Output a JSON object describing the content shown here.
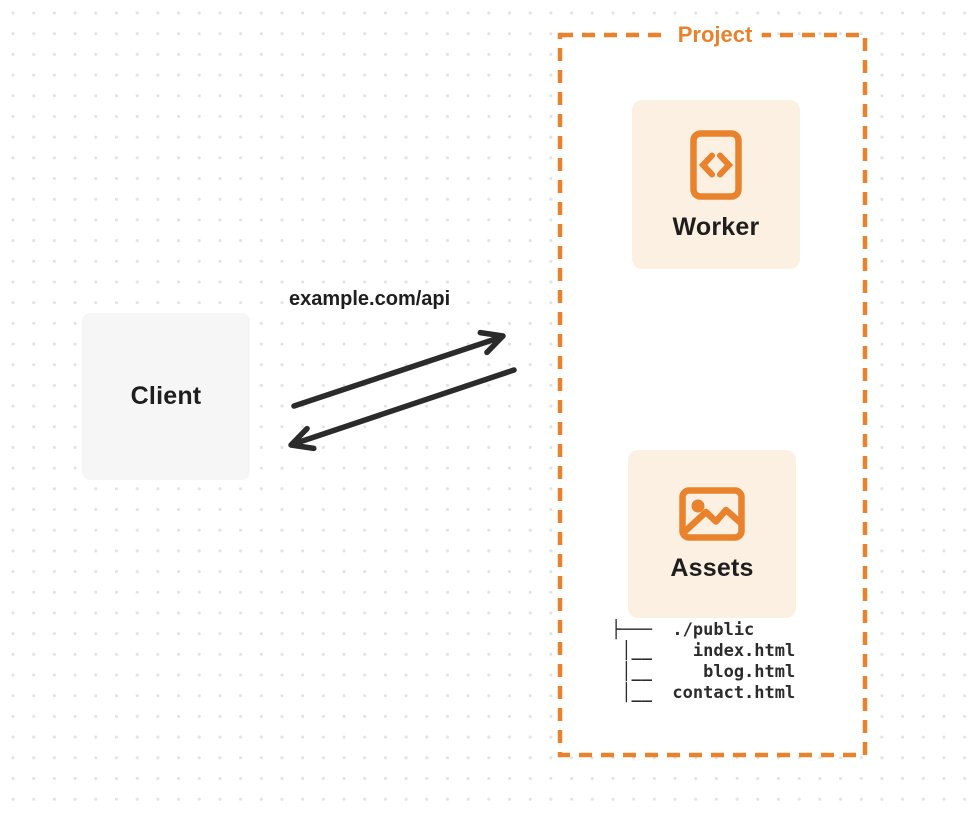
{
  "diagram": {
    "client": {
      "label": "Client"
    },
    "request": {
      "url_label": "example.com/api"
    },
    "project": {
      "label": "Project",
      "worker": {
        "label": "Worker",
        "icon": "code-file-icon"
      },
      "assets": {
        "label": "Assets",
        "icon": "image-icon"
      },
      "file_tree": "├───  ./public\n │__    index.html\n │__     blog.html\n │__  contact.html",
      "file_tree_items": [
        "./public",
        "index.html",
        "blog.html",
        "contact.html"
      ]
    },
    "colors": {
      "accent_orange": "#e8822c",
      "card_cream": "#fcf0e2",
      "client_gray": "#f6f6f7",
      "ink": "#1e1e1e",
      "arrow": "#2b2b2b",
      "dot_grid": "#e3e3e3"
    }
  }
}
